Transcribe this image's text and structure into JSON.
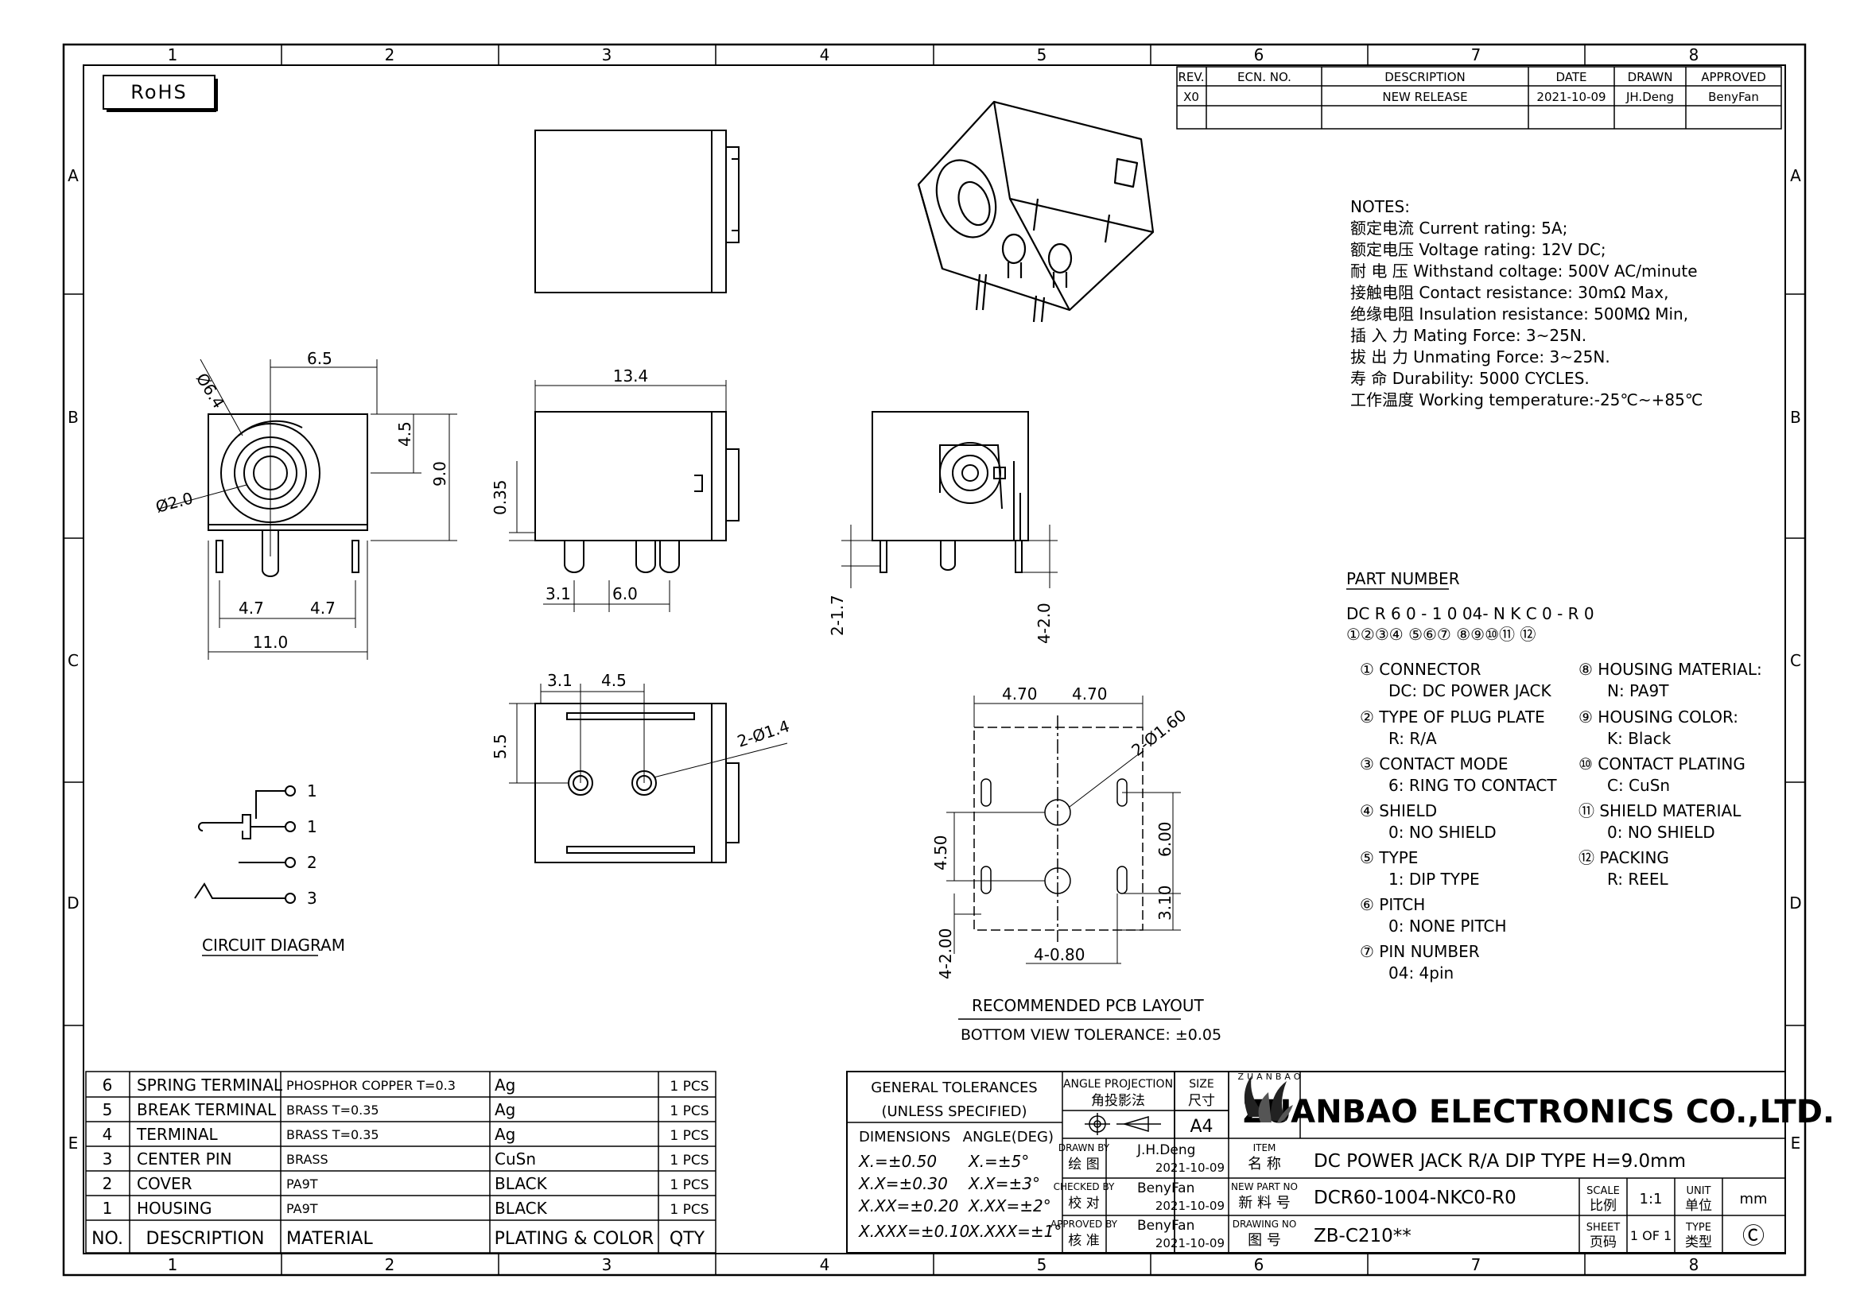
{
  "rohs": "RoHS",
  "zone_cols": [
    "1",
    "2",
    "3",
    "4",
    "5",
    "6",
    "7",
    "8"
  ],
  "zone_rows": [
    "A",
    "B",
    "C",
    "D",
    "E"
  ],
  "revision": {
    "headers": [
      "REV.",
      "ECN. NO.",
      "DESCRIPTION",
      "DATE",
      "DRAWN",
      "APPROVED"
    ],
    "row": [
      "X0",
      "",
      "NEW RELEASE",
      "2021-10-09",
      "JH.Deng",
      "BenyFan"
    ]
  },
  "notes": {
    "title": "NOTES:",
    "lines": [
      "额定电流 Current rating: 5A;",
      "额定电压 Voltage rating: 12V DC;",
      "耐 电 压 Withstand coltage: 500V AC/minute",
      "接触电阻 Contact resistance: 30mΩ Max,",
      "绝缘电阻 Insulation resistance: 500MΩ Min,",
      "插 入 力 Mating Force: 3~25N.",
      "拔 出 力 Unmating Force: 3~25N.",
      "寿    命 Durability: 5000 CYCLES.",
      "工作温度 Working temperature:-25℃~+85℃"
    ]
  },
  "part_number": {
    "title": "PART NUMBER",
    "code": "DC R 6 0 - 1 0 04- N K C 0 - R 0",
    "circled": "①②③④  ⑤⑥⑦  ⑧⑨⑩⑪  ⑫",
    "left_items": [
      [
        "① CONNECTOR",
        "DC: DC POWER JACK"
      ],
      [
        "② TYPE OF PLUG PLATE",
        "R: R/A"
      ],
      [
        "③ CONTACT MODE",
        "6: RING TO CONTACT"
      ],
      [
        "④ SHIELD",
        "0: NO SHIELD"
      ],
      [
        "⑤ TYPE",
        "1: DIP TYPE"
      ],
      [
        "⑥ PITCH",
        "0: NONE PITCH"
      ],
      [
        "⑦ PIN NUMBER",
        "04: 4pin"
      ]
    ],
    "right_items": [
      [
        "⑧ HOUSING MATERIAL:",
        "N: PA9T"
      ],
      [
        "⑨ HOUSING COLOR:",
        "K: Black"
      ],
      [
        "⑩ CONTACT PLATING",
        "C: CuSn"
      ],
      [
        "⑪ SHIELD MATERIAL",
        "0: NO SHIELD"
      ],
      [
        "⑫ PACKING",
        "R: REEL"
      ]
    ]
  },
  "dims": {
    "front_d64": "Ø6.4",
    "front_65": "6.5",
    "front_45": "4.5",
    "front_90": "9.0",
    "front_d20": "Ø2.0",
    "front_47a": "4.7",
    "front_47b": "4.7",
    "front_110": "11.0",
    "side_134": "13.4",
    "side_035": "0.35",
    "side_31": "3.1",
    "side_60": "6.0",
    "back_217": "2-1.7",
    "back_420": "4-2.0",
    "bot_31": "3.1",
    "bot_45": "4.5",
    "bot_55": "5.5",
    "bot_hole": "2-Ø1.4",
    "pcb_470a": "4.70",
    "pcb_470b": "4.70",
    "pcb_hole": "2-Ø1.60",
    "pcb_450": "4.50",
    "pcb_600": "6.00",
    "pcb_310": "3.10",
    "pcb_4200": "4-2.00",
    "pcb_4080": "4-0.80"
  },
  "pcb_title": "RECOMMENDED PCB LAYOUT",
  "pcb_subtitle": "BOTTOM VIEW TOLERANCE: ±0.05",
  "circuit": {
    "title": "CIRCUIT DIAGRAM",
    "pins": [
      "1",
      "1",
      "2",
      "3"
    ]
  },
  "bom": {
    "headers": [
      "NO.",
      "DESCRIPTION",
      "MATERIAL",
      "PLATING & COLOR",
      "QTY"
    ],
    "rows": [
      [
        "6",
        "SPRING TERMINAL",
        "PHOSPHOR COPPER T=0.3",
        "Ag",
        "1 PCS"
      ],
      [
        "5",
        "BREAK TERMINAL",
        "BRASS T=0.35",
        "Ag",
        "1 PCS"
      ],
      [
        "4",
        "TERMINAL",
        "BRASS T=0.35",
        "Ag",
        "1 PCS"
      ],
      [
        "3",
        "CENTER PIN",
        "BRASS",
        "CuSn",
        "1 PCS"
      ],
      [
        "2",
        "COVER",
        "PA9T",
        "BLACK",
        "1 PCS"
      ],
      [
        "1",
        "HOUSING",
        "PA9T",
        "BLACK",
        "1 PCS"
      ]
    ]
  },
  "title_block": {
    "gen_tol_1": "GENERAL TOLERANCES",
    "gen_tol_2": "(UNLESS   SPECIFIED)",
    "dimensions": "DIMENSIONS",
    "angle": "ANGLE(DEG)",
    "tol_rows": [
      [
        "X.=±0.50",
        "X.=±5°"
      ],
      [
        "X.X=±0.30",
        "X.X=±3°"
      ],
      [
        "X.XX=±0.20",
        "X.XX=±2°"
      ],
      [
        "X.XXX=±0.10",
        "X.XXX=±1°"
      ]
    ],
    "angle_proj_1": "ANGLE PROJECTION",
    "angle_proj_2": "角投影法",
    "size_1": "SIZE",
    "size_2": "尺寸",
    "size_val": "A4",
    "drawn_by_1": "DRAWN BY",
    "drawn_by_2": "绘 图",
    "drawn_name": "J.H.Deng",
    "drawn_date": "2021-10-09",
    "checked_by_1": "CHECKED BY",
    "checked_by_2": "校 对",
    "checked_name": "BenyFan",
    "checked_date": "2021-10-09",
    "approved_by_1": "APPROVED BY",
    "approved_by_2": "核 准",
    "approved_name": "BenyFan",
    "approved_date": "2021-10-09",
    "item_1": "ITEM",
    "item_2": "名 称",
    "newpart_1": "NEW PART NO",
    "newpart_2": "新 料 号",
    "drawno_1": "DRAWING NO",
    "drawno_2": "图 号",
    "company": "ZUANBAO ELECTRONICS CO.,LTD.",
    "item_val": "DC POWER JACK R/A DIP TYPE H=9.0mm",
    "part_val": "DCR60-1004-NKC0-R0",
    "draw_val": "ZB-C210**",
    "scale_1": "SCALE",
    "scale_2": "比例",
    "scale_val": "1:1",
    "unit_1": "UNIT",
    "unit_2": "单位",
    "unit_val": "mm",
    "sheet_1": "SHEET",
    "sheet_2": "页码",
    "sheet_val": "1 OF 1",
    "type_1": "TYPE",
    "type_2": "类型",
    "type_val": "Ⓒ",
    "logo_arc": "ZUANBAO"
  }
}
